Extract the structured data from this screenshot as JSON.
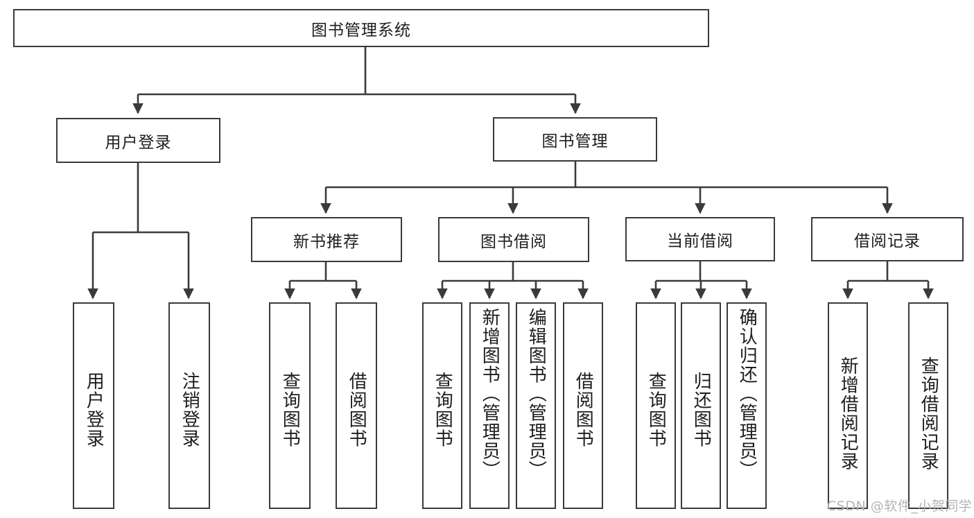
{
  "diagram": {
    "type": "tree",
    "title": "图书管理系统",
    "root": {
      "label": "图书管理系统"
    },
    "level2": [
      {
        "label": "用户登录"
      },
      {
        "label": "图书管理"
      }
    ],
    "level3": [
      {
        "label": "新书推荐"
      },
      {
        "label": "图书借阅"
      },
      {
        "label": "当前借阅"
      },
      {
        "label": "借阅记录"
      }
    ],
    "leaves": {
      "user_login": [
        {
          "label": "用户登录"
        },
        {
          "label": "注销登录"
        }
      ],
      "new_book_recommend": [
        {
          "label": "查询图书"
        },
        {
          "label": "借阅图书"
        }
      ],
      "book_borrow": [
        {
          "label": "查询图书"
        },
        {
          "label": "新增图书（管理员）"
        },
        {
          "label": "编辑图书（管理员）"
        },
        {
          "label": "借阅图书"
        }
      ],
      "current_borrow": [
        {
          "label": "查询图书"
        },
        {
          "label": "归还图书"
        },
        {
          "label": "确认归还（管理员）"
        }
      ],
      "borrow_record": [
        {
          "label": "新增借阅记录"
        },
        {
          "label": "查询借阅记录"
        }
      ]
    }
  },
  "watermark": {
    "text": "CSDN @软件_小贺同学"
  },
  "colors": {
    "line": "#3a3a3a",
    "text": "#1d1d1d",
    "background": "#ffffff",
    "watermark": "#b4b4b4"
  }
}
